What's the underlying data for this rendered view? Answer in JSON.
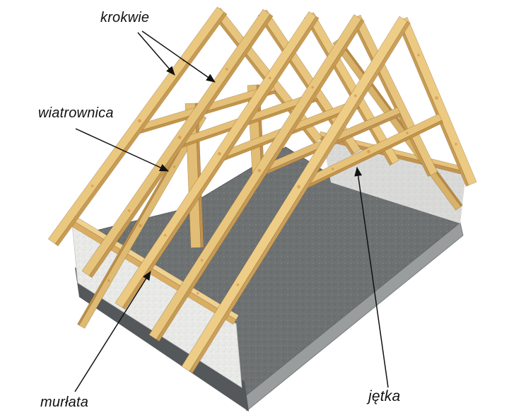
{
  "diagram": {
    "background": "#ffffff",
    "labels": {
      "krokwie": "krokwie",
      "wiatrownica": "wiatrownica",
      "murlata": "murłata",
      "jetka": "jętka"
    },
    "annotations": [
      {
        "label": "krokwie",
        "arrows": 2
      },
      {
        "label": "wiatrownica",
        "arrows": 1
      },
      {
        "label": "murłata",
        "arrows": 1
      },
      {
        "label": "jętka",
        "arrows": 1
      }
    ],
    "colors": {
      "wood_light": "#eed292",
      "wood_face": "#e7c37c",
      "wood_shade": "#c69a52",
      "slab_top": "#6d7172",
      "slab_edge": "#999d9d",
      "slab_shadow": "#54585a",
      "wall": "#e9eae7",
      "label_text": "#111111",
      "arrow": "#111111"
    }
  }
}
